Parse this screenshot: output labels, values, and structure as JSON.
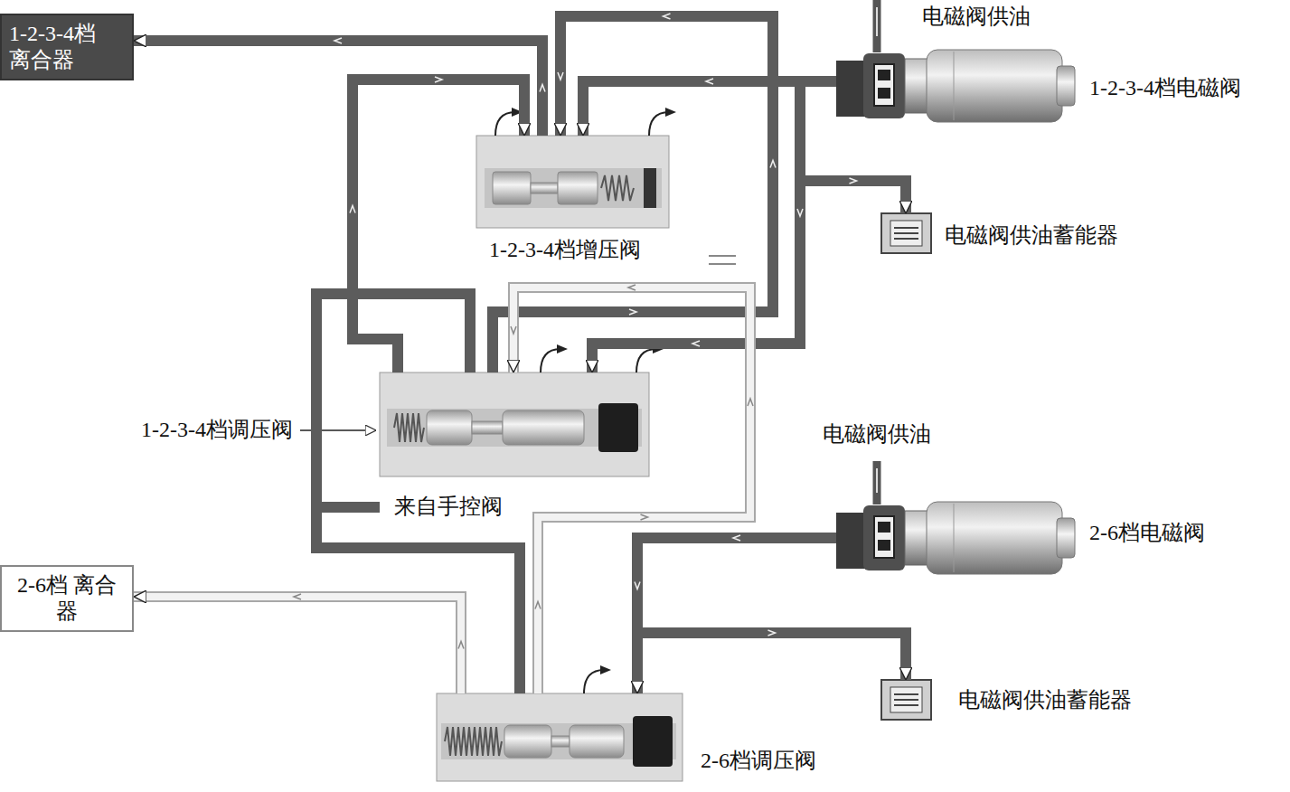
{
  "diagram": {
    "nodes": [
      {
        "text": [
          "1-2-3-4档 离合器"
        ]
      },
      {
        "text": [
          "1-2-3-4档电磁阀"
        ]
      },
      {
        "text": [
          "1-2-3-4档增压阀"
        ]
      },
      {
        "text": [
          "电磁阀供油蓄能器"
        ]
      },
      {
        "text": [
          "1-2-3-4档调压阀"
        ]
      },
      {
        "text": [
          "2-6档 离合器"
        ]
      },
      {
        "text": [
          "2-6档电磁阀"
        ]
      },
      {
        "text": [
          "电磁阀供油蓄能器"
        ]
      },
      {
        "text": [
          "2-6档调压阀"
        ]
      }
    ],
    "edges": [
      {
        "from": 2,
        "to": 0,
        "arrow": "to"
      },
      {
        "from": 1,
        "to": 2,
        "arrow": "to"
      },
      {
        "from": 1,
        "to": 3,
        "arrow": "to"
      },
      {
        "from": 1,
        "to": 4,
        "arrow": "to"
      },
      {
        "from": 4,
        "to": 2,
        "arrow": "to"
      },
      {
        "from": 4,
        "to": 2,
        "arrow": "to"
      },
      {
        "from": 6,
        "to": 8,
        "arrow": "to"
      },
      {
        "from": 6,
        "to": 7,
        "arrow": "to"
      },
      {
        "from": 8,
        "to": 5,
        "arrow": "to"
      },
      {
        "from": 8,
        "to": 4,
        "arrow": "to"
      }
    ],
    "labels": [
      "电磁阀供油",
      "电磁阀供油",
      "来自手控阀"
    ]
  }
}
